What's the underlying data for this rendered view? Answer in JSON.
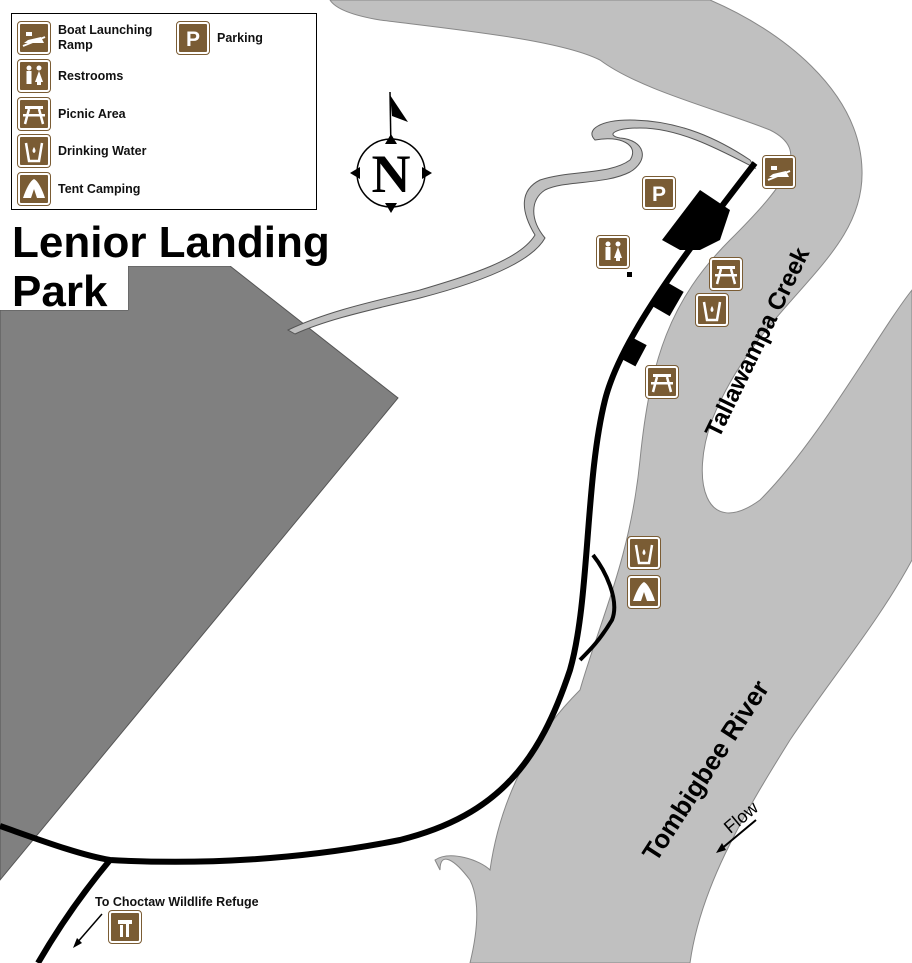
{
  "legend": {
    "items": [
      {
        "id": "boat",
        "label": "Boat Launching Ramp",
        "icon": "boat-ramp-icon"
      },
      {
        "id": "restrooms",
        "label": "Restrooms",
        "icon": "restrooms-icon"
      },
      {
        "id": "picnic",
        "label": "Picnic Area",
        "icon": "picnic-table-icon"
      },
      {
        "id": "water",
        "label": "Drinking Water",
        "icon": "drinking-water-icon"
      },
      {
        "id": "tent",
        "label": "Tent Camping",
        "icon": "tent-icon"
      },
      {
        "id": "parking",
        "label": "Parking",
        "icon": "parking-icon",
        "glyph": "P"
      }
    ]
  },
  "title": {
    "line1": "Lenior Landing",
    "line2": "Park"
  },
  "compass": {
    "letter": "N"
  },
  "labels": {
    "creek": "Tallawampa Creek",
    "river": "Tombigbee River",
    "flow": "Flow",
    "refuge": "To Choctaw Wildlife Refuge"
  },
  "colors": {
    "water": "#c0c0c0",
    "land": "#ffffff",
    "forest": "#808080",
    "sign": "#7a5c34",
    "road": "#000000"
  }
}
